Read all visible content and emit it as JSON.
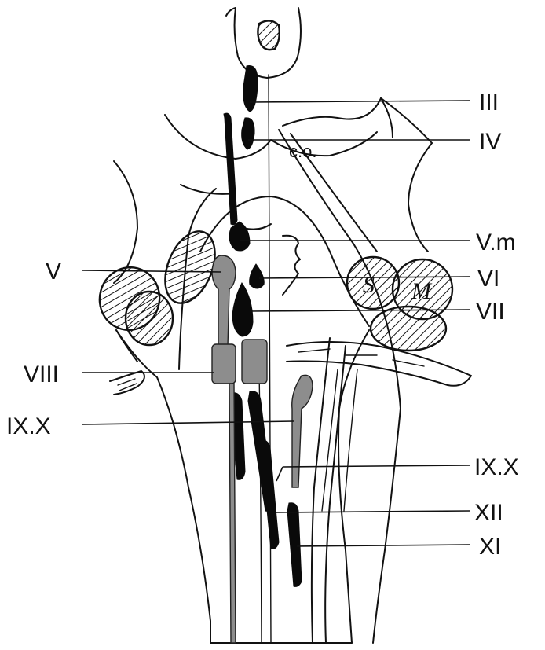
{
  "labels": {
    "iii": "III",
    "iv": "IV",
    "vm": "V.m",
    "vi": "VI",
    "vii": "VII",
    "ixx_right": "IX.X",
    "xii": "XII",
    "xi": "XI",
    "v": "V",
    "viii": "VIII",
    "ixx_left": "IX.X",
    "co": "c.o.",
    "s": "S",
    "m": "M"
  },
  "colors": {
    "ink": "#111111",
    "gray_nucleus": "#8d8d8d",
    "black_nucleus": "#0a0a0a",
    "background": "#ffffff"
  }
}
